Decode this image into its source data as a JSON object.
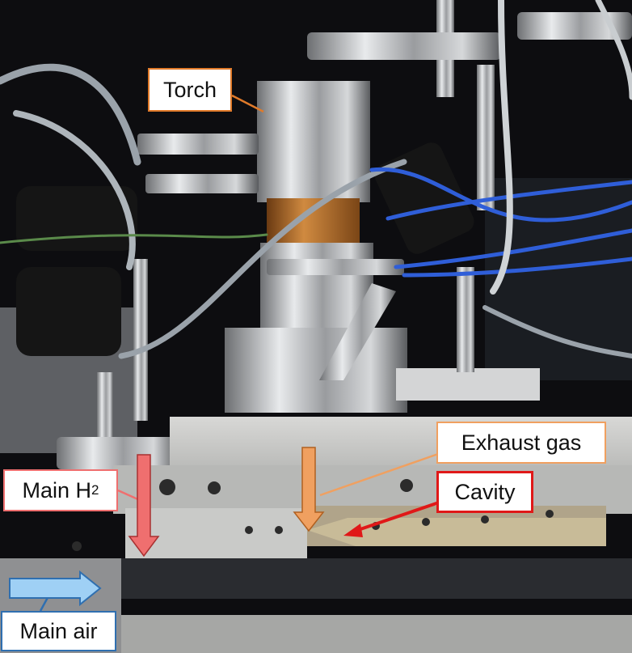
{
  "labels": {
    "torch": "Torch",
    "exhaust_gas": "Exhaust gas",
    "main_h2_prefix": "Main H",
    "main_h2_subscript": "2",
    "cavity": "Cavity",
    "main_air": "Main air"
  },
  "colors": {
    "torch": "#e07a2a",
    "exhaust_gas": "#f0a060",
    "main_h2": "#ef6f6f",
    "cavity": "#e01818",
    "main_air": "#2f6fb0",
    "main_air_fill": "#9fd0f5"
  }
}
